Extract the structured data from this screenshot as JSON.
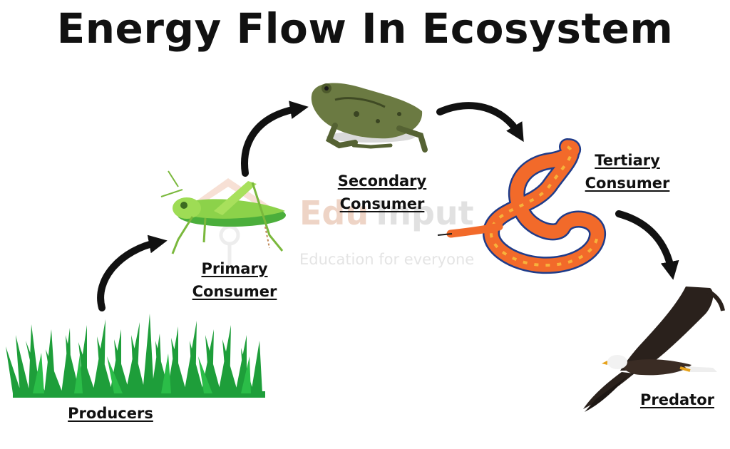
{
  "title": "Energy Flow In Ecosystem",
  "labels": {
    "producers": "Producers",
    "primary_1": "Primary",
    "primary_2": "Consumer",
    "secondary_1": "Secondary",
    "secondary_2": "Consumer",
    "tertiary_1": "Tertiary",
    "tertiary_2": "Consumer",
    "predator": "Predator"
  },
  "watermark": {
    "brand_part1": "Edu",
    "brand_part2": "Input",
    "tagline": "Education for everyone"
  },
  "colors": {
    "arrow": "#111111",
    "grass": "#1e9e3a",
    "grasshopper": "#8cd24a",
    "frog": "#6b7a42",
    "snake": "#f26a2a",
    "eagle": "#2a211c"
  }
}
